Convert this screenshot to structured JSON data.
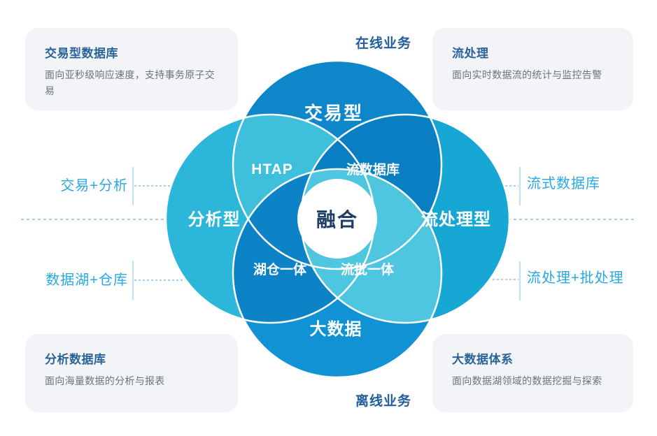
{
  "diagram": {
    "center_label": "融合",
    "top_axis_label": "在线业务",
    "bottom_axis_label": "离线业务",
    "circles": [
      {
        "id": "transactional",
        "label": "交易型",
        "color": "#0d86ca"
      },
      {
        "id": "analytical",
        "label": "分析型",
        "color": "#2cb6da"
      },
      {
        "id": "streaming",
        "label": "流处理型",
        "color": "#17a7d4"
      },
      {
        "id": "bigdata",
        "label": "大数据",
        "color": "#1092d5"
      }
    ],
    "intersections": [
      {
        "id": "htap",
        "label": "HTAP",
        "color": "#3ec0dd"
      },
      {
        "id": "stream-db",
        "label": "流数据库",
        "color": "#0a7ec2"
      },
      {
        "id": "lakehouse",
        "label": "湖仓一体",
        "color": "#0c83c7"
      },
      {
        "id": "stream-batch",
        "label": "流批一体",
        "color": "#4ec6df"
      }
    ],
    "callouts": [
      {
        "side": "left",
        "label": "交易+分析"
      },
      {
        "side": "left",
        "label": "数据湖+仓库"
      },
      {
        "side": "right",
        "label": "流式数据库"
      },
      {
        "side": "right",
        "label": "流处理+批处理"
      }
    ],
    "colors": {
      "center_text": "#1d3e66",
      "axis_text": "#235d9d",
      "callout_text": "#29a8e1",
      "dashed_line": "#6fb5e2",
      "tick_line": "#aad7f0",
      "separator_stroke": "#ffffff",
      "card_bg": "#f2f4f7",
      "card_title": "#2a6397",
      "card_body": "#6e737b"
    }
  },
  "cards": [
    {
      "position": "top-left",
      "title": "交易型数据库",
      "body": "面向亚秒级响应速度，支持事务原子交易"
    },
    {
      "position": "top-right",
      "title": "流处理",
      "body": "面向实时数据流的统计与监控告警"
    },
    {
      "position": "bottom-left",
      "title": "分析数据库",
      "body": "面向海量数据的分析与报表"
    },
    {
      "position": "bottom-right",
      "title": "大数据体系",
      "body": "面向数据湖领域的数据挖掘与探索"
    }
  ]
}
